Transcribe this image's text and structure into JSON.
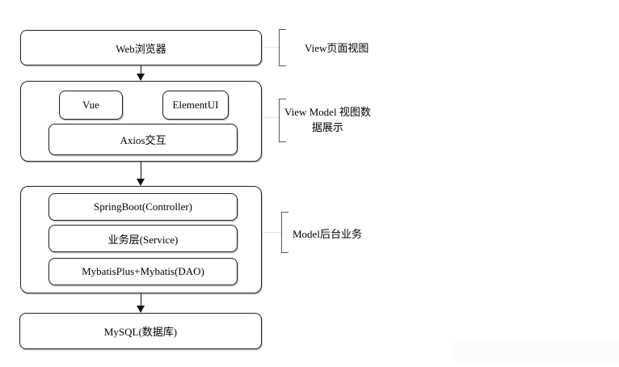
{
  "diagram": {
    "boxes": {
      "web_browser": "Web浏览器",
      "vue": "Vue",
      "elementui": "ElementUI",
      "axios": "Axios交互",
      "springboot": "SpringBoot(Controller)",
      "service": "业务层(Service)",
      "mybatis": "MybatisPlus+Mybatis(DAO)",
      "mysql": "MySQL(数据库)"
    },
    "annotations": {
      "view": "View页面视图",
      "view_model_line1": "View Model 视图数",
      "view_model_line2": "据展示",
      "model": "Model后台业务"
    },
    "colors": {
      "box_border": "#1f1f1f",
      "bracket": "#5a5a5a",
      "text": "#000000",
      "background": "#ffffff"
    }
  }
}
